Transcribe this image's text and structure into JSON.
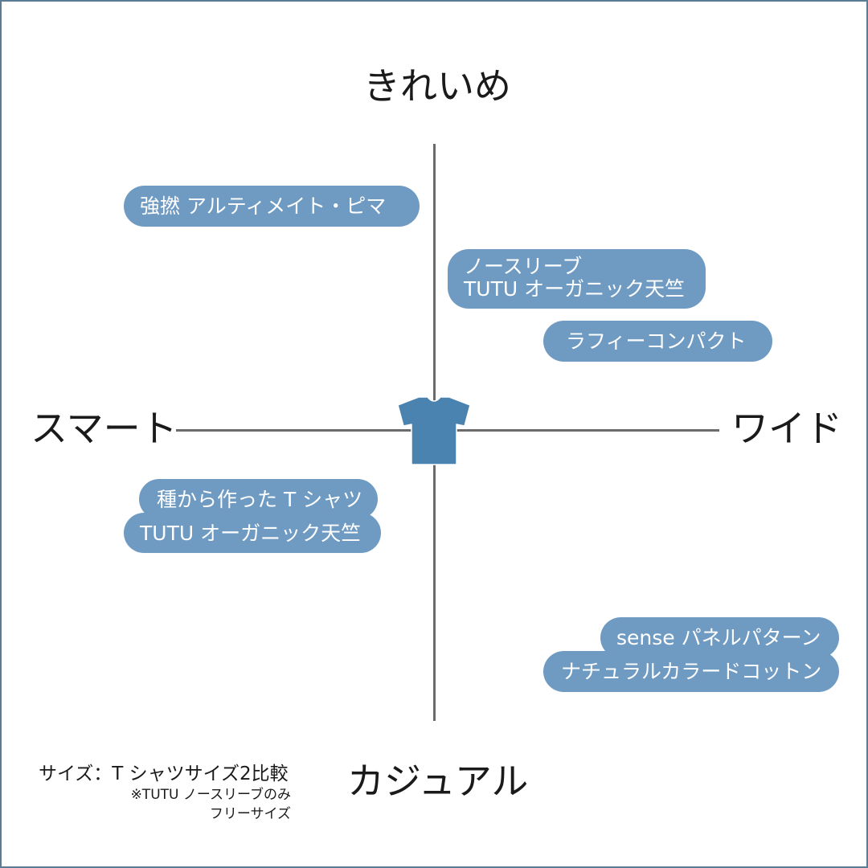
{
  "axes": {
    "top": "きれいめ",
    "bottom": "カジュアル",
    "left": "スマート",
    "right": "ワイド"
  },
  "center_icon": "t-shirt-icon",
  "colors": {
    "pill": "#6f9bc3",
    "icon": "#4a82b0",
    "axis": "#6b6b6b",
    "border": "#5b7c95"
  },
  "products": [
    {
      "lines": [
        "強撚 アルティメイト・ピマ"
      ]
    },
    {
      "lines": [
        "ノースリーブ",
        "TUTU オーガニック天竺"
      ]
    },
    {
      "lines": [
        "ラフィーコンパクト"
      ]
    },
    {
      "lines": [
        "種から作った T シャツ"
      ]
    },
    {
      "lines": [
        "TUTU オーガニック天竺"
      ]
    },
    {
      "lines": [
        "sense パネルパターン"
      ]
    },
    {
      "lines": [
        "ナチュラルカラードコットン"
      ]
    }
  ],
  "notes": {
    "main": "サイズ：T シャツサイズ2比較",
    "sub1": "※TUTU ノースリーブのみ",
    "sub2": "フリーサイズ"
  }
}
